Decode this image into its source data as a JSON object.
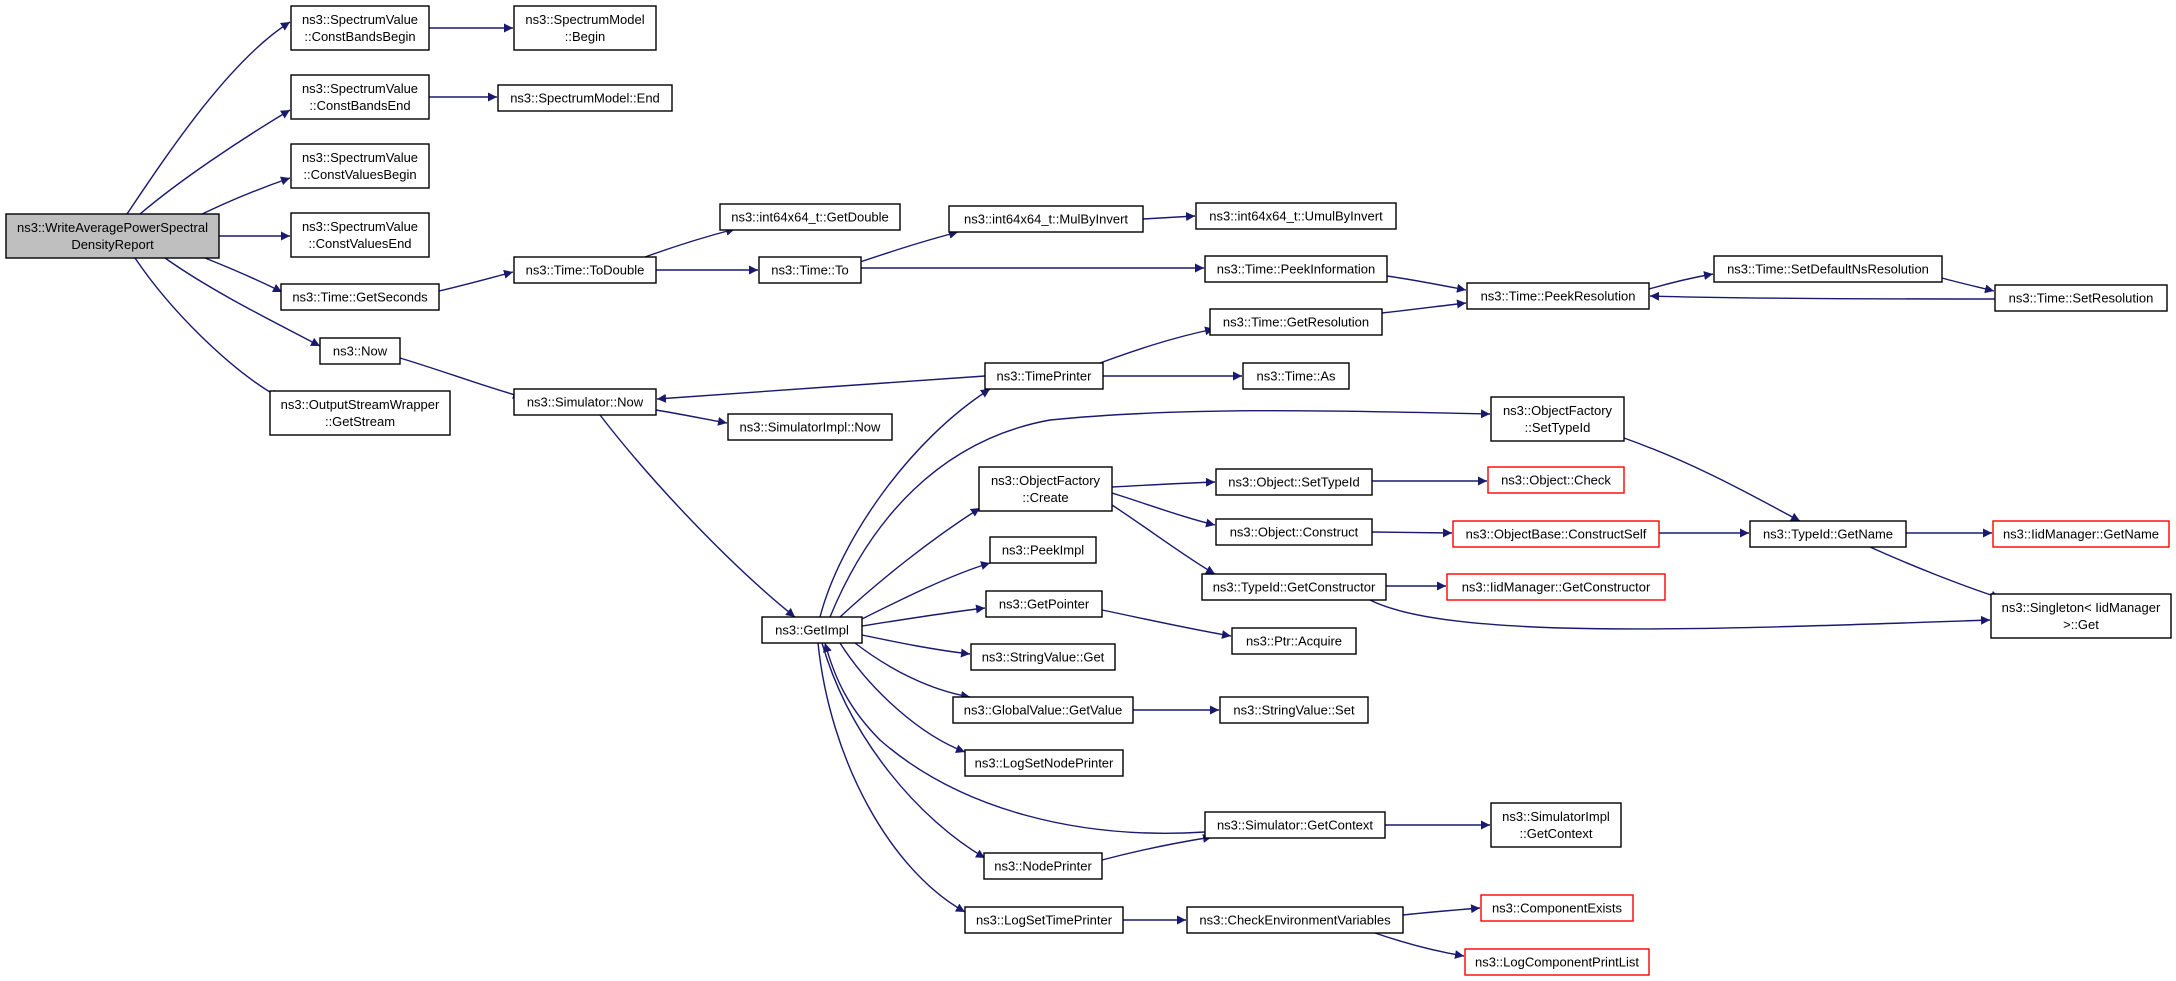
{
  "nodes": {
    "root": [
      "ns3::WriteAveragePowerSpectral",
      "DensityReport"
    ],
    "cbb": [
      "ns3::SpectrumValue",
      "::ConstBandsBegin"
    ],
    "smbegin": [
      "ns3::SpectrumModel",
      "::Begin"
    ],
    "cbe": [
      "ns3::SpectrumValue",
      "::ConstBandsEnd"
    ],
    "smend": [
      "ns3::SpectrumModel::End"
    ],
    "cvb": [
      "ns3::SpectrumValue",
      "::ConstValuesBegin"
    ],
    "cve": [
      "ns3::SpectrumValue",
      "::ConstValuesEnd"
    ],
    "getseconds": [
      "ns3::Time::GetSeconds"
    ],
    "now": [
      "ns3::Now"
    ],
    "osw": [
      "ns3::OutputStreamWrapper",
      "::GetStream"
    ],
    "todouble": [
      "ns3::Time::ToDouble"
    ],
    "getdouble": [
      "ns3::int64x64_t::GetDouble"
    ],
    "to": [
      "ns3::Time::To"
    ],
    "mulbyinvert": [
      "ns3::int64x64_t::MulByInvert"
    ],
    "umulbyinvert": [
      "ns3::int64x64_t::UmulByInvert"
    ],
    "peekinfo": [
      "ns3::Time::PeekInformation"
    ],
    "peekres": [
      "ns3::Time::PeekResolution"
    ],
    "setdefns": [
      "ns3::Time::SetDefaultNsResolution"
    ],
    "setres": [
      "ns3::Time::SetResolution"
    ],
    "getres": [
      "ns3::Time::GetResolution"
    ],
    "simnow": [
      "ns3::Simulator::Now"
    ],
    "timeprinter": [
      "ns3::TimePrinter"
    ],
    "timeas": [
      "ns3::Time::As"
    ],
    "simimplnow": [
      "ns3::SimulatorImpl::Now"
    ],
    "ofsettypeid": [
      "ns3::ObjectFactory",
      "::SetTypeId"
    ],
    "ofcreate": [
      "ns3::ObjectFactory",
      "::Create"
    ],
    "objsettypeid": [
      "ns3::Object::SetTypeId"
    ],
    "objcheck": [
      "ns3::Object::Check"
    ],
    "objconstruct": [
      "ns3::Object::Construct"
    ],
    "objbaseconstruct": [
      "ns3::ObjectBase::ConstructSelf"
    ],
    "typeidgetname": [
      "ns3::TypeId::GetName"
    ],
    "iidgetname": [
      "ns3::IidManager::GetName"
    ],
    "typeidgetctor": [
      "ns3::TypeId::GetConstructor"
    ],
    "iidgetctor": [
      "ns3::IidManager::GetConstructor"
    ],
    "singleton": [
      "ns3::Singleton< IidManager",
      ">::Get"
    ],
    "peekimpl": [
      "ns3::PeekImpl"
    ],
    "getimpl": [
      "ns3::GetImpl"
    ],
    "getpointer": [
      "ns3::GetPointer"
    ],
    "ptracquire": [
      "ns3::Ptr::Acquire"
    ],
    "strget": [
      "ns3::StringValue::Get"
    ],
    "gvgetvalue": [
      "ns3::GlobalValue::GetValue"
    ],
    "strset": [
      "ns3::StringValue::Set"
    ],
    "lognodeprinter": [
      "ns3::LogSetNodePrinter"
    ],
    "simgetctx": [
      "ns3::Simulator::GetContext"
    ],
    "simimplgetctx": [
      "ns3::SimulatorImpl",
      "::GetContext"
    ],
    "nodeprinter": [
      "ns3::NodePrinter"
    ],
    "logtimeprinter": [
      "ns3::LogSetTimePrinter"
    ],
    "checkenv": [
      "ns3::CheckEnvironmentVariables"
    ],
    "compexists": [
      "ns3::ComponentExists"
    ],
    "logcompprint": [
      "ns3::LogComponentPrintList"
    ]
  },
  "colors": {
    "edge": "#191970",
    "root_fill": "#bfbfbf",
    "external_border": "#ff0000",
    "border": "#000000"
  }
}
